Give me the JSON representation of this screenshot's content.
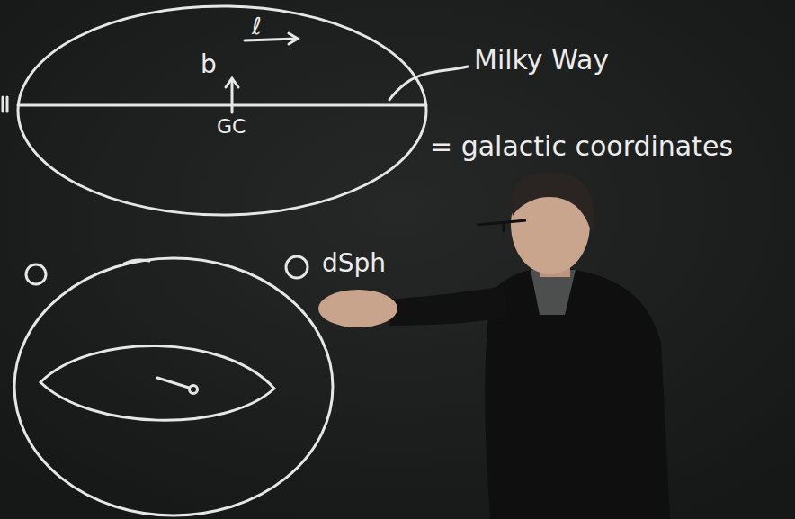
{
  "diagram": {
    "nodes": [
      {
        "text": [
          "b",
          "ℓ",
          "GC"
        ]
      }
    ],
    "labels": [
      "Milky Way",
      "= galactic coordinates",
      "dSph"
    ]
  }
}
